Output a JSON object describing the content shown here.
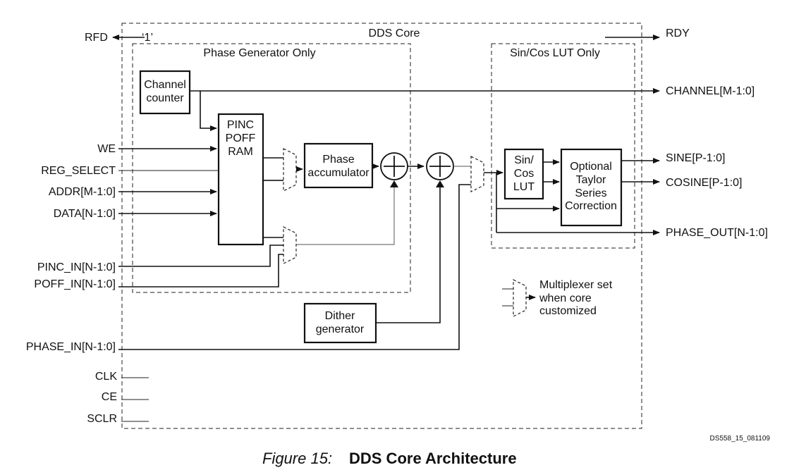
{
  "diagram": {
    "core_label": "DDS Core",
    "phase_gen_label": "Phase Generator Only",
    "lut_region_label": "Sin/Cos LUT Only",
    "blocks": {
      "channel_counter": [
        "Channel",
        "counter"
      ],
      "pinc_poff_ram": [
        "PINC",
        "POFF",
        "RAM"
      ],
      "phase_accumulator": [
        "Phase",
        "accumulator"
      ],
      "dither_generator": [
        "Dither",
        "generator"
      ],
      "sin_cos_lut": [
        "Sin/",
        "Cos",
        "LUT"
      ],
      "taylor": [
        "Optional",
        "Taylor",
        "Series",
        "Correction"
      ]
    },
    "inputs": {
      "we": "WE",
      "reg_select": "REG_SELECT",
      "addr": "ADDR[M-1:0]",
      "data": "DATA[N-1:0]",
      "pinc_in": "PINC_IN[N-1:0]",
      "poff_in": "POFF_IN[N-1:0]",
      "phase_in": "PHASE_IN[N-1:0]",
      "clk": "CLK",
      "ce": "CE",
      "sclr": "SCLR"
    },
    "outputs": {
      "rfd": "RFD",
      "rfd_const": "‘1’",
      "rdy": "RDY",
      "channel": "CHANNEL[M-1:0]",
      "sine": "SINE[P-1:0]",
      "cosine": "COSINE[P-1:0]",
      "phase_out": "PHASE_OUT[N-1:0]"
    },
    "legend": [
      "Multiplexer set",
      "when core",
      "customized"
    ],
    "figure_id": "DS558_15_081109"
  },
  "caption": {
    "prefix": "Figure 15:",
    "title": "DDS Core Architecture"
  }
}
